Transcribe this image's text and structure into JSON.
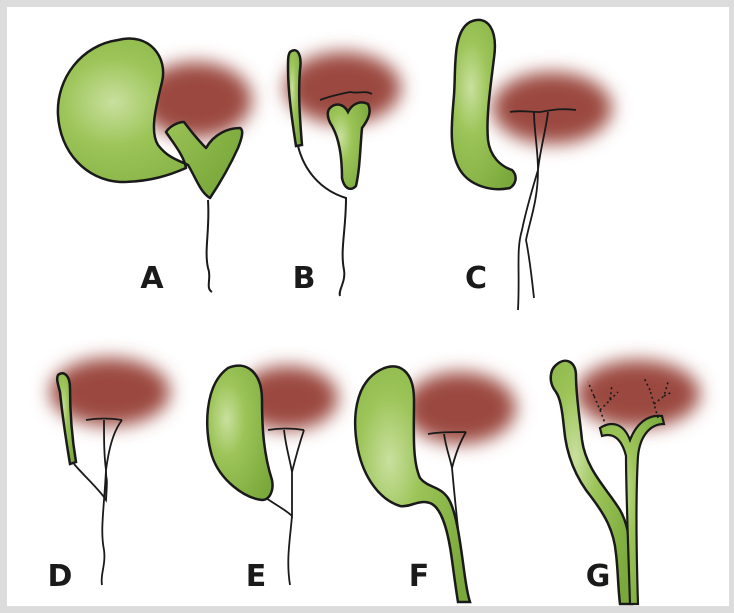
{
  "figure": {
    "panels": [
      {
        "id": "A",
        "label": "A"
      },
      {
        "id": "B",
        "label": "B"
      },
      {
        "id": "C",
        "label": "C"
      },
      {
        "id": "D",
        "label": "D"
      },
      {
        "id": "E",
        "label": "E"
      },
      {
        "id": "F",
        "label": "F"
      },
      {
        "id": "G",
        "label": "G"
      }
    ]
  },
  "colors": {
    "gallbladder": "#8cb749",
    "gallbladder_highlight": "#c6de99",
    "liver": "#9b4a41",
    "outline": "#1a1a1a",
    "frame_background": "#ffffff",
    "page_background": "#dcdcdc"
  }
}
